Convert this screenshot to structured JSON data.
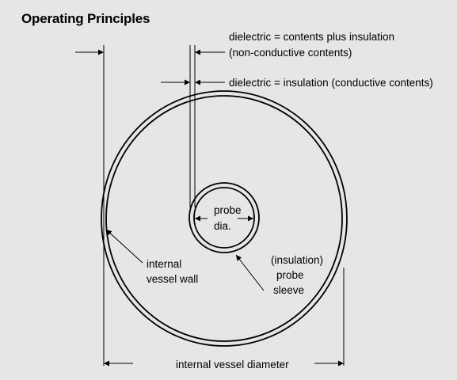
{
  "title": "Operating Principles",
  "labels": {
    "dielectric_nonconductive_line1": "dielectric = contents plus insulation",
    "dielectric_nonconductive_line2": "(non-conductive contents)",
    "dielectric_conductive": "dielectric = insulation (conductive contents)",
    "probe_line1": "probe",
    "probe_line2": "dia.",
    "vessel_wall_line1": "internal",
    "vessel_wall_line2": "vessel wall",
    "sleeve_line1": "(insulation)",
    "sleeve_line2": "probe",
    "sleeve_line3": "sleeve",
    "vessel_diameter": "internal vessel diameter"
  }
}
